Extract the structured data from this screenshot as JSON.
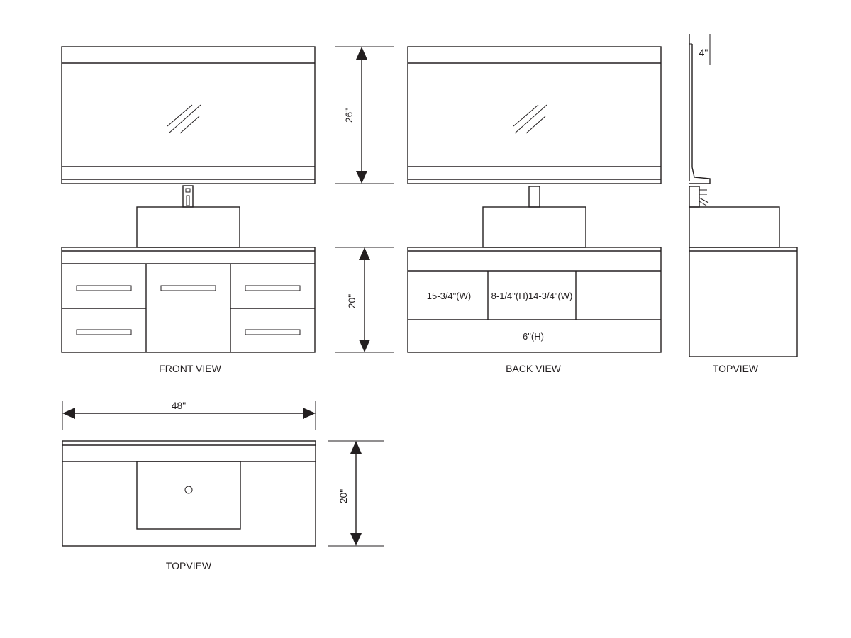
{
  "views": {
    "front": "FRONT VIEW",
    "back": "BACK VIEW",
    "side_top": "TOPVIEW",
    "top": "TOPVIEW"
  },
  "dimensions": {
    "mirror_height": "26\"",
    "cabinet_height": "20\"",
    "shelf_depth": "4\"",
    "total_width": "48\"",
    "top_depth": "20\""
  },
  "back_panel": {
    "left_width": "15-3/4\"(W)",
    "middle_size": "8-1/4\"(H)14-3/4\"(W)",
    "bottom_height": "6\"(H)"
  }
}
